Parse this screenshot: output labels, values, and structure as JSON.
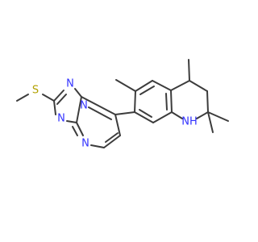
{
  "molecule": {
    "atoms": {
      "sulfur": "S",
      "triazole_n1": "N",
      "triazole_n2": "N",
      "triazole_n3": "N",
      "pyrimidine_n": "N",
      "amine_nh": "NH"
    }
  },
  "colors": {
    "bond": "#3c3c3c",
    "nitrogen": "#3333ff",
    "sulfur": "#b2a100"
  }
}
